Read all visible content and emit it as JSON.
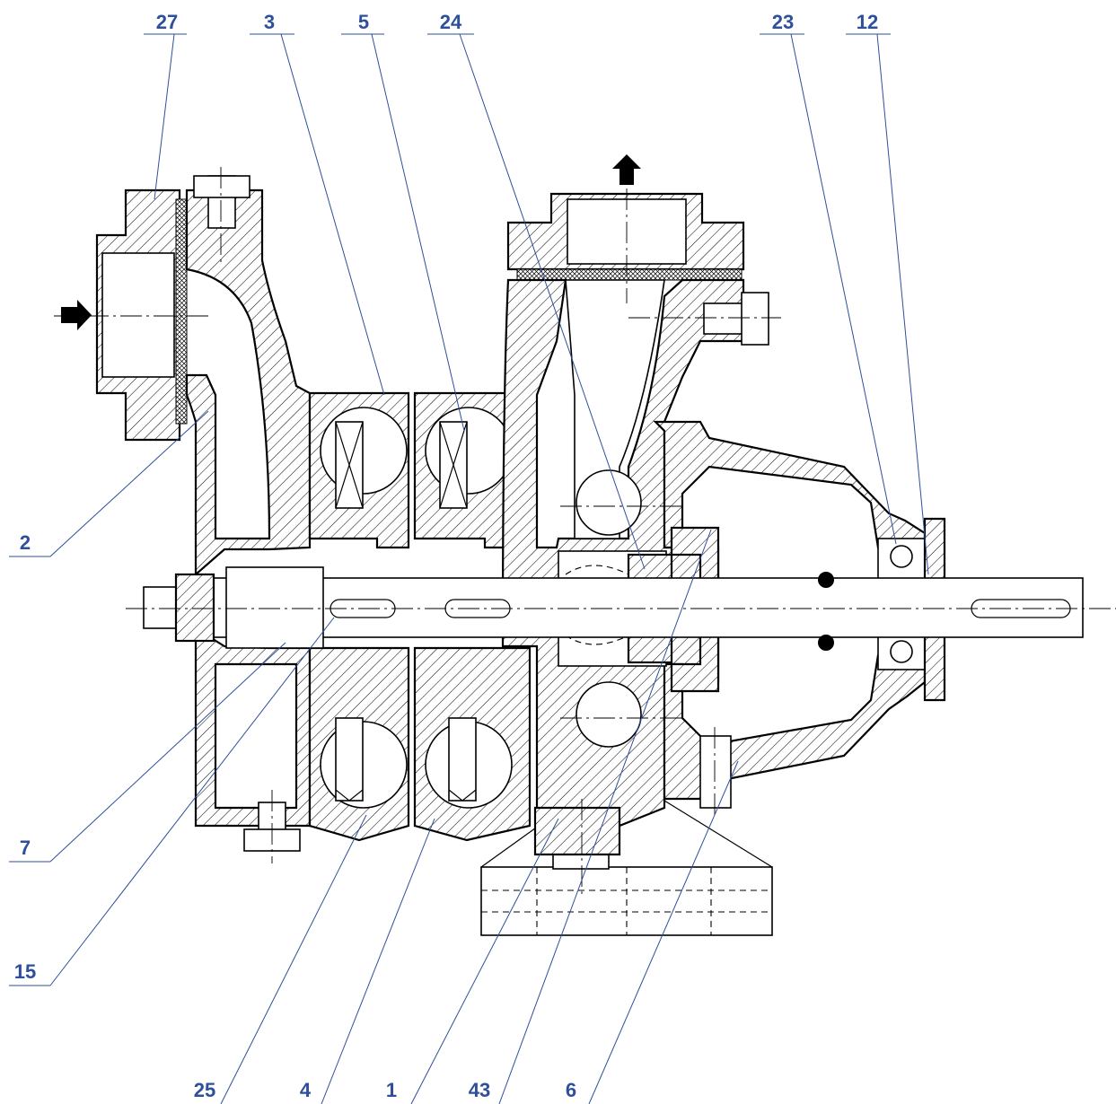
{
  "diagram": {
    "colors": {
      "callout": "#2e4f9a",
      "drawing": "#000000",
      "background": "#ffffff"
    },
    "icons": [
      "inlet-arrow-icon",
      "outlet-arrow-icon"
    ],
    "callouts": {
      "c27": "27",
      "c3": "3",
      "c5": "5",
      "c24": "24",
      "c23": "23",
      "c12": "12",
      "c2": "2",
      "c7": "7",
      "c15": "15",
      "c25": "25",
      "c4": "4",
      "c1": "1",
      "c43": "43",
      "c6": "6"
    }
  }
}
